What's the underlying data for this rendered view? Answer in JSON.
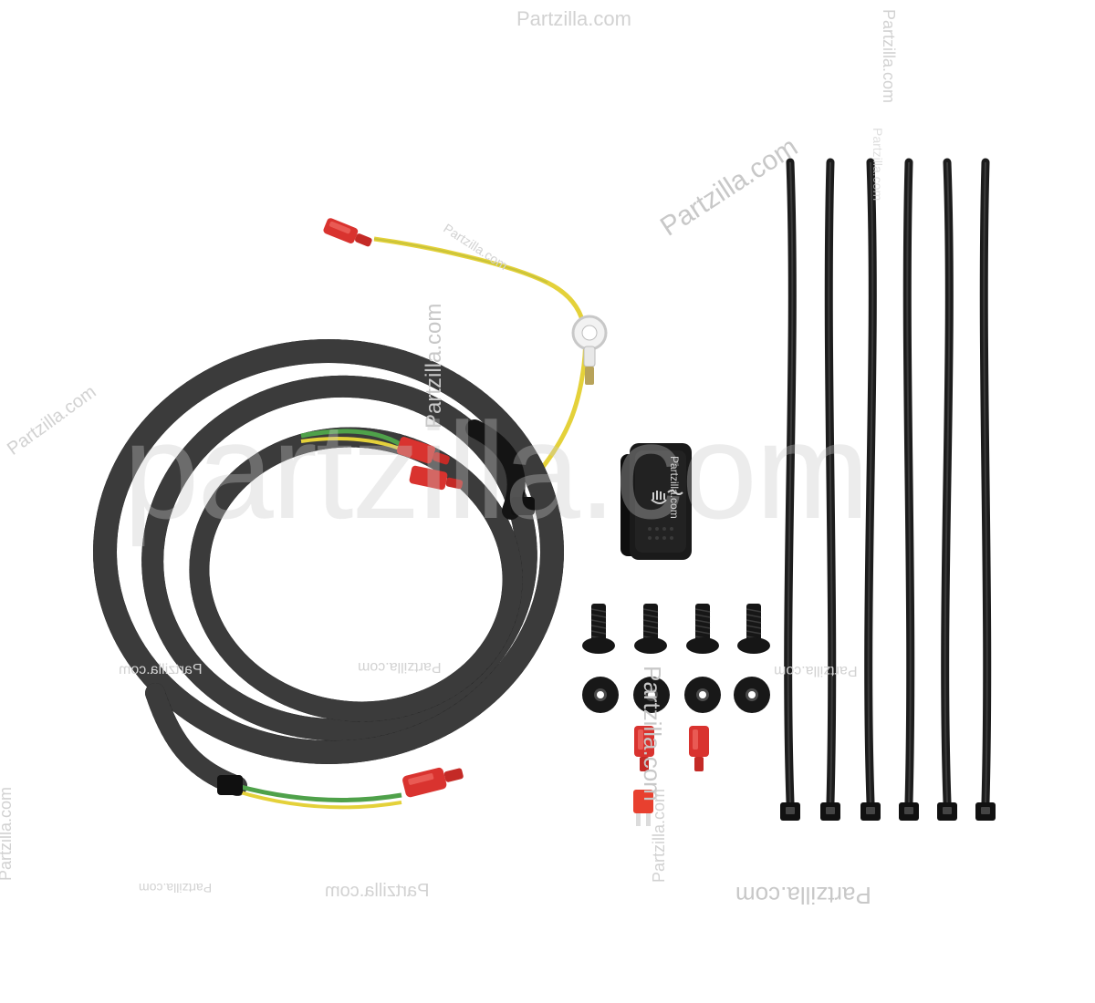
{
  "watermark": {
    "text": "Partzilla.com",
    "large_text": "partzilla.com",
    "color": "#d2d2d2"
  },
  "parts": {
    "harness": {
      "sleeve_color": "#1b1b1b",
      "wire_colors": [
        "#e4d13a",
        "#4fa14a"
      ],
      "terminal_color": "#d9332f"
    },
    "rocker_switch": {
      "color": "#1a1a1a",
      "icon": "heated-grip-icon"
    },
    "screws": {
      "count": 4,
      "color": "#161616"
    },
    "grommets": {
      "count": 4,
      "color": "#181818"
    },
    "spade_terminals": {
      "count": 2,
      "color": "#d9332f"
    },
    "blade_fuse": {
      "count": 1,
      "color": "#e8402f"
    },
    "cable_ties": {
      "count": 6,
      "color": "#1c1c1c"
    }
  }
}
